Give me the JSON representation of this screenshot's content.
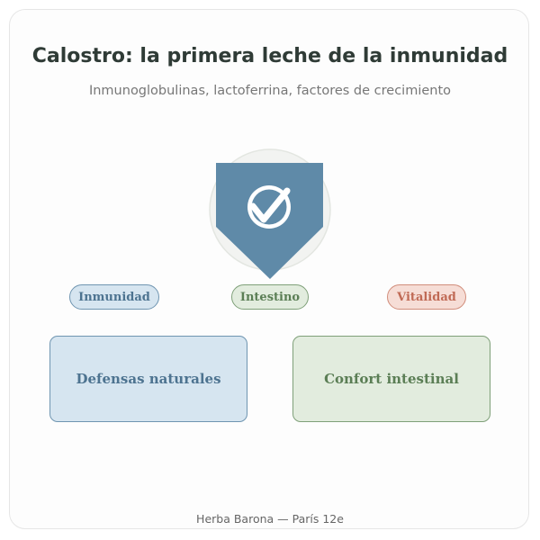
{
  "header": {
    "title": "Calostro: la primera leche de la inmunidad",
    "subtitle": "Inmunoglobulinas, lactoferrina, factores de crecimiento"
  },
  "emblem": {
    "icon": "checkmark-icon",
    "shield_color": "#5f8aa8",
    "halo_color": "#f2f3f1"
  },
  "tags": [
    {
      "label": "Inmunidad",
      "color": "#4d7390"
    },
    {
      "label": "Intestino",
      "color": "#5b7e55"
    },
    {
      "label": "Vitalidad",
      "color": "#c06a55"
    }
  ],
  "cards": [
    {
      "label": "Defensas naturales"
    },
    {
      "label": "Confort intestinal"
    }
  ],
  "footer": {
    "text": "Herba Barona — París 12e"
  }
}
